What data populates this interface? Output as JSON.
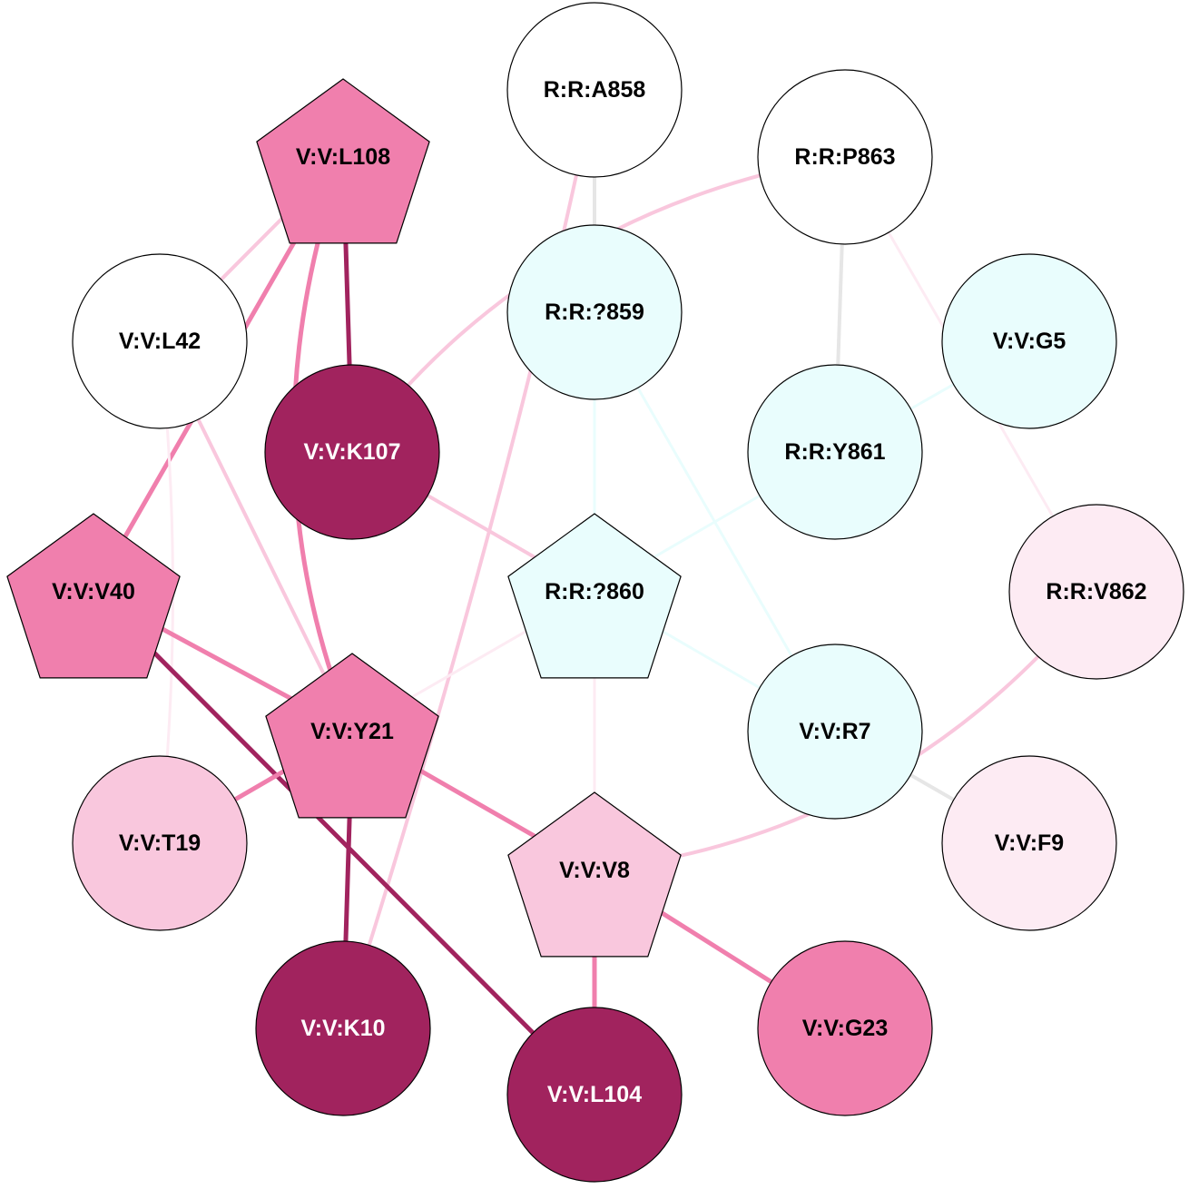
{
  "colors": {
    "white": "#ffffff",
    "cyan": "#e9fdfd",
    "pink_pale": "#fdebf3",
    "pink_light": "#f9c7dd",
    "pink_mid": "#f07fad",
    "magenta": "#a1235e",
    "grey": "#e6e6e6",
    "outline": "#000000"
  },
  "nodes": [
    {
      "id": "A858",
      "label": "R:R:A858",
      "shape": "circle",
      "fill": "white",
      "text_color": "#000000"
    },
    {
      "id": "P863",
      "label": "R:R:P863",
      "shape": "circle",
      "fill": "white",
      "text_color": "#000000"
    },
    {
      "id": "L108",
      "label": "V:V:L108",
      "shape": "pentagon",
      "fill": "pink_mid",
      "text_color": "#000000"
    },
    {
      "id": "L42",
      "label": "V:V:L42",
      "shape": "circle",
      "fill": "white",
      "text_color": "#000000"
    },
    {
      "id": "Q859",
      "label": "R:R:?859",
      "shape": "circle",
      "fill": "cyan",
      "text_color": "#000000"
    },
    {
      "id": "G5",
      "label": "V:V:G5",
      "shape": "circle",
      "fill": "cyan",
      "text_color": "#000000"
    },
    {
      "id": "K107",
      "label": "V:V:K107",
      "shape": "circle",
      "fill": "magenta",
      "text_color": "#ffffff"
    },
    {
      "id": "Y861",
      "label": "R:R:Y861",
      "shape": "circle",
      "fill": "cyan",
      "text_color": "#000000"
    },
    {
      "id": "V40",
      "label": "V:V:V40",
      "shape": "pentagon",
      "fill": "pink_mid",
      "text_color": "#000000"
    },
    {
      "id": "Q860",
      "label": "R:R:?860",
      "shape": "pentagon",
      "fill": "cyan",
      "text_color": "#000000"
    },
    {
      "id": "V862",
      "label": "R:R:V862",
      "shape": "circle",
      "fill": "pink_pale",
      "text_color": "#000000"
    },
    {
      "id": "Y21",
      "label": "V:V:Y21",
      "shape": "pentagon",
      "fill": "pink_mid",
      "text_color": "#000000"
    },
    {
      "id": "R7",
      "label": "V:V:R7",
      "shape": "circle",
      "fill": "cyan",
      "text_color": "#000000"
    },
    {
      "id": "T19",
      "label": "V:V:T19",
      "shape": "circle",
      "fill": "pink_light",
      "text_color": "#000000"
    },
    {
      "id": "F9",
      "label": "V:V:F9",
      "shape": "circle",
      "fill": "pink_pale",
      "text_color": "#000000"
    },
    {
      "id": "V8",
      "label": "V:V:V8",
      "shape": "pentagon",
      "fill": "pink_light",
      "text_color": "#000000"
    },
    {
      "id": "K10",
      "label": "V:V:K10",
      "shape": "circle",
      "fill": "magenta",
      "text_color": "#ffffff"
    },
    {
      "id": "G23",
      "label": "V:V:G23",
      "shape": "circle",
      "fill": "pink_mid",
      "text_color": "#000000"
    },
    {
      "id": "L104",
      "label": "V:V:L104",
      "shape": "circle",
      "fill": "magenta",
      "text_color": "#ffffff"
    }
  ],
  "edges": [
    {
      "source": "A858",
      "target": "Q859",
      "color": "grey"
    },
    {
      "source": "A858",
      "target": "K10",
      "color": "pink_light"
    },
    {
      "source": "P863",
      "target": "K107",
      "color": "pink_light"
    },
    {
      "source": "P863",
      "target": "Y861",
      "color": "grey"
    },
    {
      "source": "P863",
      "target": "V862",
      "color": "pink_pale"
    },
    {
      "source": "L108",
      "target": "L42",
      "color": "pink_light"
    },
    {
      "source": "L108",
      "target": "K107",
      "color": "magenta"
    },
    {
      "source": "L108",
      "target": "V40",
      "color": "pink_mid"
    },
    {
      "source": "L108",
      "target": "Y21",
      "color": "pink_mid"
    },
    {
      "source": "L42",
      "target": "Y21",
      "color": "pink_light"
    },
    {
      "source": "L42",
      "target": "T19",
      "color": "pink_pale"
    },
    {
      "source": "Q859",
      "target": "Q860",
      "color": "cyan"
    },
    {
      "source": "Q859",
      "target": "R7",
      "color": "cyan"
    },
    {
      "source": "G5",
      "target": "Y861",
      "color": "cyan"
    },
    {
      "source": "K107",
      "target": "Q860",
      "color": "pink_light"
    },
    {
      "source": "Y861",
      "target": "Q860",
      "color": "cyan"
    },
    {
      "source": "V40",
      "target": "Y21",
      "color": "pink_mid"
    },
    {
      "source": "V40",
      "target": "L104",
      "color": "magenta"
    },
    {
      "source": "Q860",
      "target": "Y21",
      "color": "pink_pale"
    },
    {
      "source": "Q860",
      "target": "R7",
      "color": "cyan"
    },
    {
      "source": "Q860",
      "target": "V8",
      "color": "pink_pale"
    },
    {
      "source": "V862",
      "target": "V8",
      "color": "pink_light"
    },
    {
      "source": "Y21",
      "target": "T19",
      "color": "pink_mid"
    },
    {
      "source": "Y21",
      "target": "K10",
      "color": "magenta"
    },
    {
      "source": "Y21",
      "target": "V8",
      "color": "pink_mid"
    },
    {
      "source": "R7",
      "target": "F9",
      "color": "grey"
    },
    {
      "source": "V8",
      "target": "G23",
      "color": "pink_mid"
    },
    {
      "source": "V8",
      "target": "L104",
      "color": "pink_mid"
    }
  ]
}
